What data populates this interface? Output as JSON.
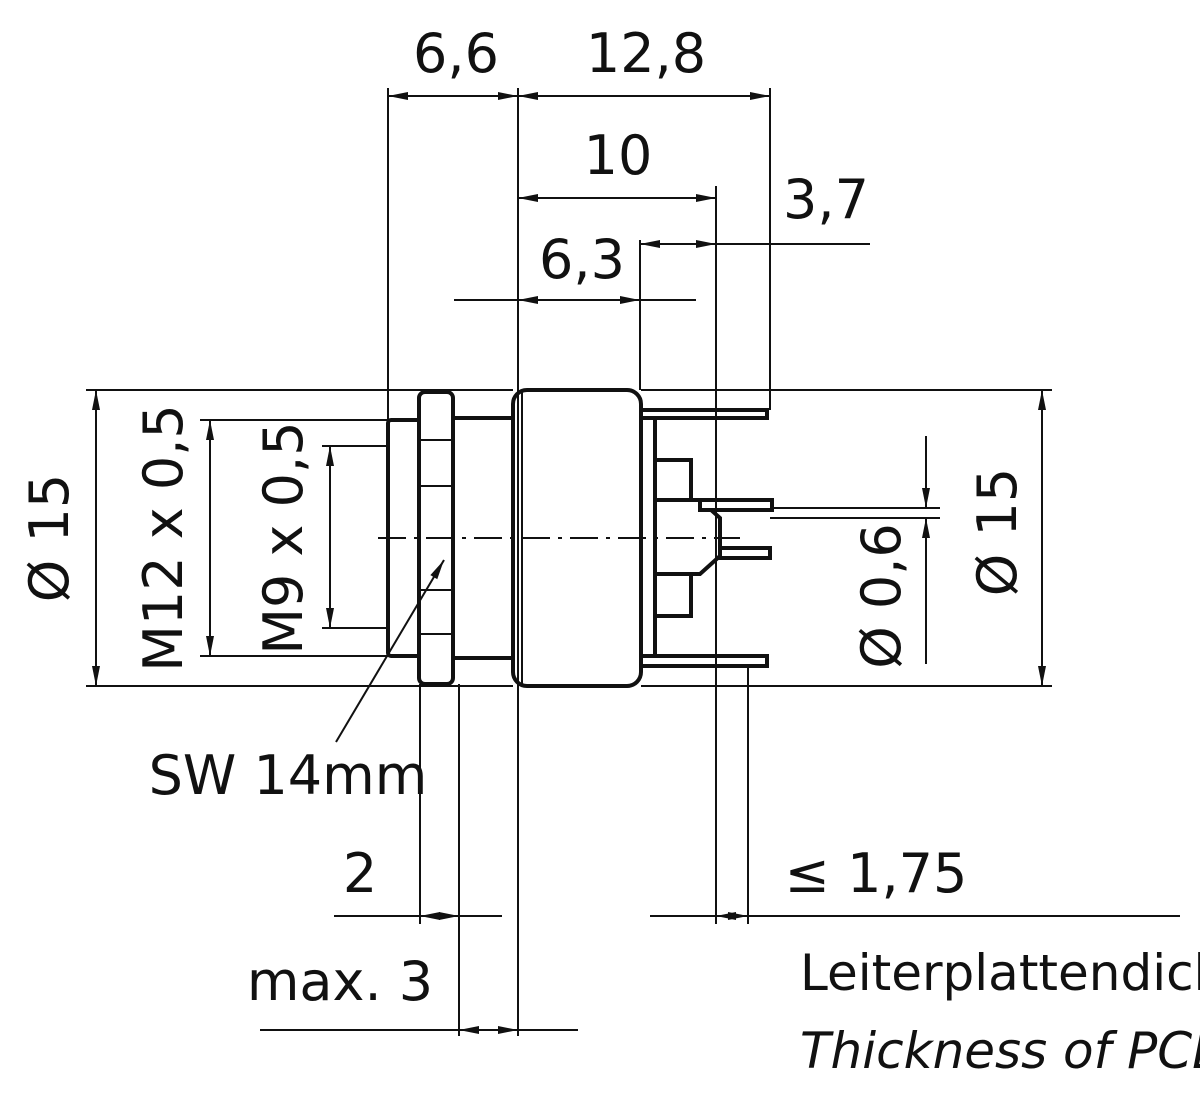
{
  "dimensions": {
    "d_6_6": "6,6",
    "d_12_8": "12,8",
    "d_10": "10",
    "d_3_7": "3,7",
    "d_6_3": "6,3",
    "dia_15_left": "Ø 15",
    "m12": "M12 x 0,5",
    "m9": "M9 x 0,5",
    "dia_0_6": "Ø 0,6",
    "dia_15_right": "Ø 15",
    "sw": "SW 14mm",
    "d_2": "2",
    "max_3": "max. 3",
    "le_1_75": "≤ 1,75"
  },
  "pcb_note": {
    "german": "Leiterplattendicke",
    "english": "Thickness of PCB"
  },
  "colors": {
    "line": "#111111",
    "background": "#ffffff"
  }
}
